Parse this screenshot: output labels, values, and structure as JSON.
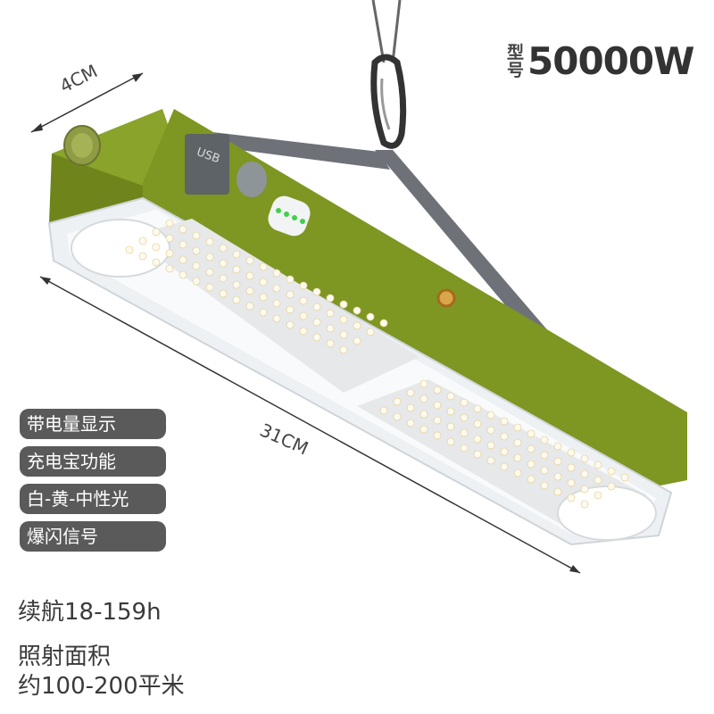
{
  "model": {
    "label_line1": "型",
    "label_line2": "号",
    "value": "50000W"
  },
  "dimensions": {
    "width": "4CM",
    "length": "31CM"
  },
  "features": [
    {
      "label": "带电量显示"
    },
    {
      "label": "充电宝功能"
    },
    {
      "label": "白-黄-中性光"
    },
    {
      "label": "爆闪信号"
    }
  ],
  "specs": {
    "endurance": "续航18-159h",
    "coverage_label": "照射面积",
    "coverage_value": "约100-200平米"
  },
  "product": {
    "usb_text": "USB",
    "body_color": "#7e9622",
    "strap_color": "#6e7278",
    "indicator_color": "#3fd14a"
  }
}
